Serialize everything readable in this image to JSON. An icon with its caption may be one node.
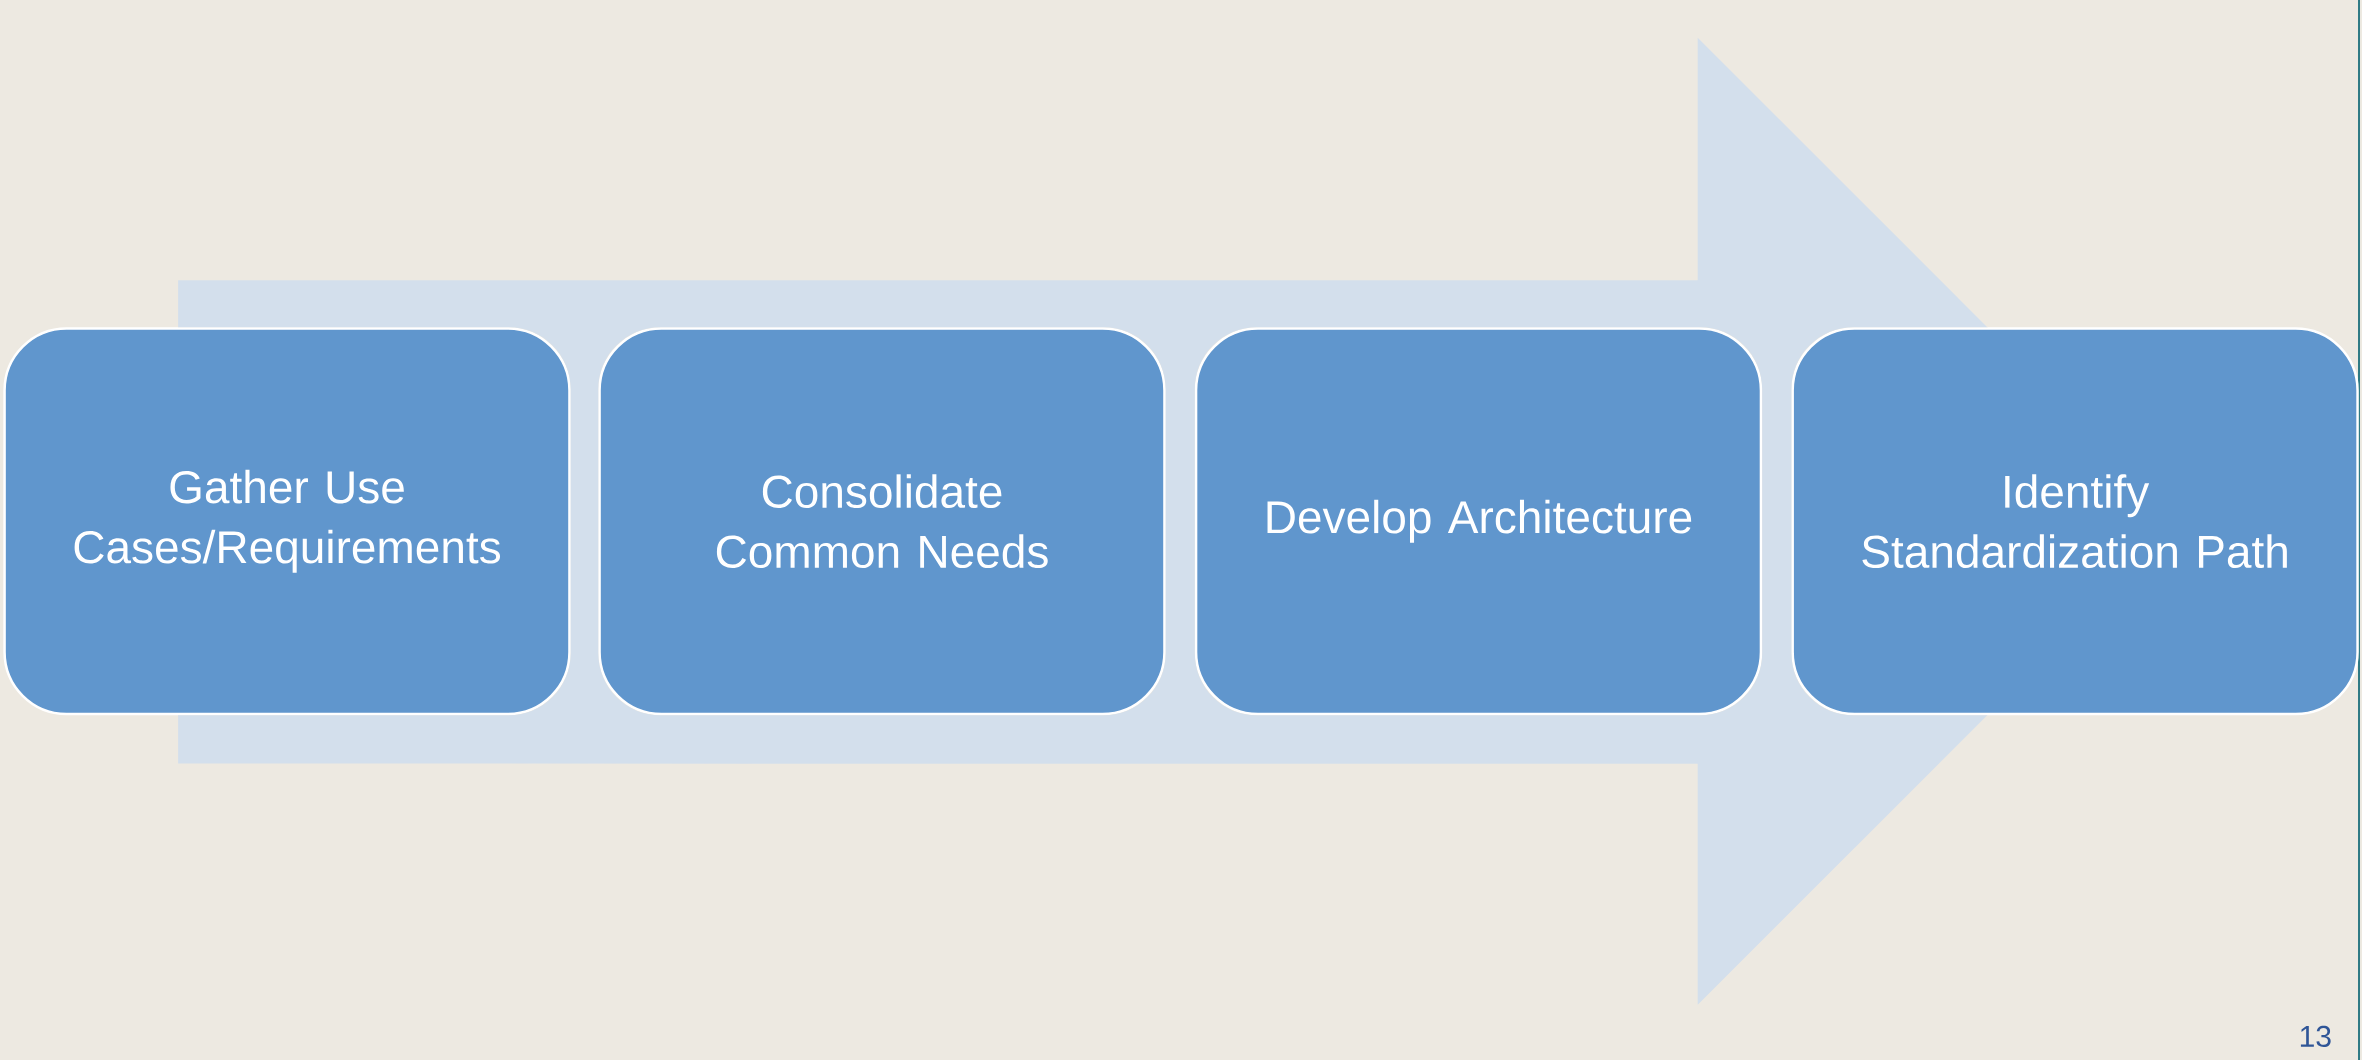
{
  "diagram": {
    "nodes": [
      {
        "text": [
          "Gather Use Cases/Requirements"
        ]
      },
      {
        "text": [
          "Consolidate Common Needs"
        ]
      },
      {
        "text": [
          "Develop Architecture"
        ]
      },
      {
        "text": [
          "Identify Standardization Path"
        ]
      }
    ],
    "edges": [
      {
        "from": 0,
        "to": 3,
        "arrow": "to"
      }
    ],
    "labels": [
      "13"
    ]
  }
}
